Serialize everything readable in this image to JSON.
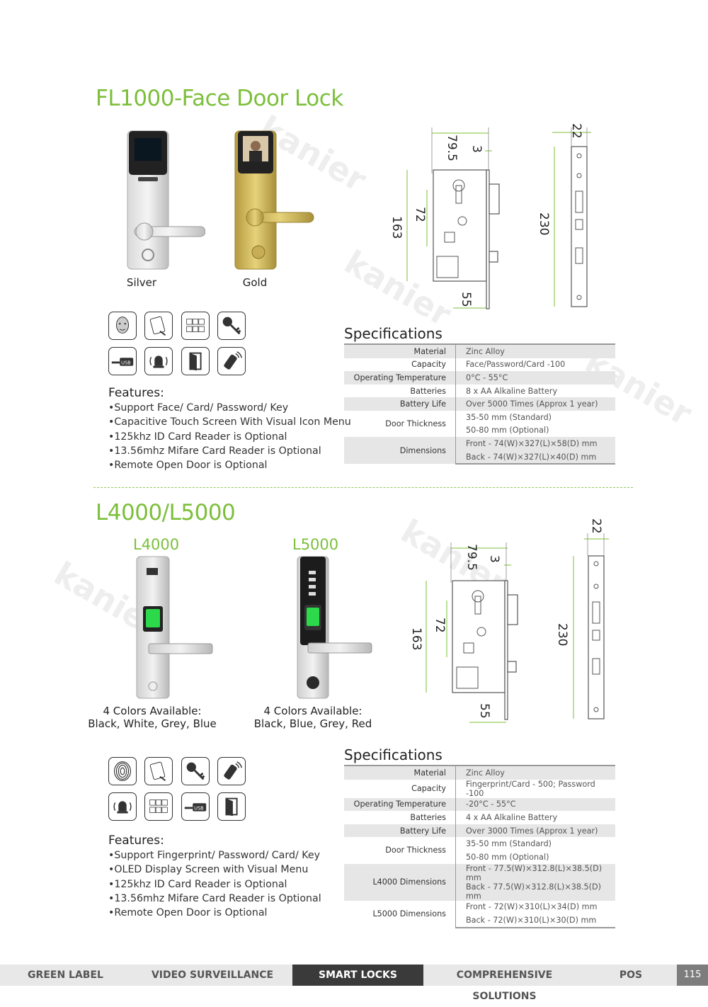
{
  "section1": {
    "title": "FL1000-Face Door Lock",
    "variants": [
      "Silver",
      "Gold"
    ],
    "icons": [
      "face-icon",
      "card-icon",
      "keypad-icon",
      "key-icon",
      "usb-icon",
      "alarm-icon",
      "door-icon",
      "remote-icon"
    ],
    "dimensions": {
      "d22": "22",
      "d3": "3",
      "d79": "79.5",
      "d163": "163",
      "d72": "72",
      "d55": "55",
      "d230": "230"
    },
    "features_title": "Features:",
    "features": [
      "Support Face/ Card/ Password/ Key",
      "Capacitive Touch Screen With Visual Icon Menu",
      "125khz ID Card Reader is Optional",
      "13.56mhz Mifare Card Reader is Optional",
      "Remote Open Door is Optional"
    ],
    "spec_title": "Specifications",
    "specs": [
      {
        "key": "Material",
        "values": [
          "Zinc Alloy"
        ]
      },
      {
        "key": "Capacity",
        "values": [
          "Face/Password/Card -100"
        ]
      },
      {
        "key": "Operating Temperature",
        "values": [
          "0°C - 55°C"
        ]
      },
      {
        "key": "Batteries",
        "values": [
          "8 x AA Alkaline Battery"
        ]
      },
      {
        "key": "Battery Life",
        "values": [
          "Over 5000 Times (Approx 1 year)"
        ]
      },
      {
        "key": "Door Thickness",
        "values": [
          "35-50 mm (Standard)",
          "50-80 mm (Optional)"
        ]
      },
      {
        "key": "Dimensions",
        "values": [
          "Front - 74(W)×327(L)×58(D) mm",
          "Back - 74(W)×327(L)×40(D) mm"
        ]
      }
    ]
  },
  "section2": {
    "title": "L4000/L5000",
    "models": [
      "L4000",
      "L5000"
    ],
    "colors": [
      {
        "line1": "4 Colors Available:",
        "line2": "Black, White, Grey, Blue"
      },
      {
        "line1": "4 Colors Available:",
        "line2": "Black, Blue, Grey, Red"
      }
    ],
    "icons": [
      "fingerprint-icon",
      "card-icon",
      "key-icon",
      "remote-icon",
      "alarm-icon",
      "keypad-icon",
      "usb-icon",
      "door-icon"
    ],
    "dimensions": {
      "d22": "22",
      "d3": "3",
      "d79": "79.5",
      "d163": "163",
      "d72": "72",
      "d55": "55",
      "d230": "230"
    },
    "features_title": "Features:",
    "features": [
      "Support Fingerprint/ Password/ Card/ Key",
      "OLED Display Screen with Visual Menu",
      "125khz ID Card Reader is Optional",
      "13.56mhz Mifare Card Reader is Optional",
      "Remote Open Door is Optional"
    ],
    "spec_title": "Specifications",
    "specs": [
      {
        "key": "Material",
        "values": [
          "Zinc Alloy"
        ]
      },
      {
        "key": "Capacity",
        "values": [
          "Fingerprint/Card - 500; Password -100"
        ]
      },
      {
        "key": "Operating Temperature",
        "values": [
          "-20°C - 55°C"
        ]
      },
      {
        "key": "Batteries",
        "values": [
          "4 x AA Alkaline Battery"
        ]
      },
      {
        "key": "Battery Life",
        "values": [
          "Over 3000 Times (Approx 1 year)"
        ]
      },
      {
        "key": "Door Thickness",
        "values": [
          "35-50 mm (Standard)",
          "50-80 mm (Optional)"
        ]
      },
      {
        "key": "L4000 Dimensions",
        "values": [
          "Front - 77.5(W)×312.8(L)×38.5(D) mm",
          "Back - 77.5(W)×312.8(L)×38.5(D) mm"
        ]
      },
      {
        "key": "L5000 Dimensions",
        "values": [
          "Front - 72(W)×310(L)×34(D) mm",
          "Back - 72(W)×310(L)×30(D) mm"
        ]
      }
    ]
  },
  "footer": {
    "items": [
      "GREEN LABEL",
      "VIDEO SURVEILLANCE",
      "SMART LOCKS",
      "COMPREHENSIVE SOLUTIONS",
      "POS"
    ],
    "active": "SMART LOCKS",
    "page": "115"
  },
  "watermark": "kanier",
  "colors": {
    "accent": "#7cbf3a",
    "footer_active": "#3a3a3a",
    "footer_bg": "#e8e8e8",
    "page_bg": "#7d7d7d"
  }
}
